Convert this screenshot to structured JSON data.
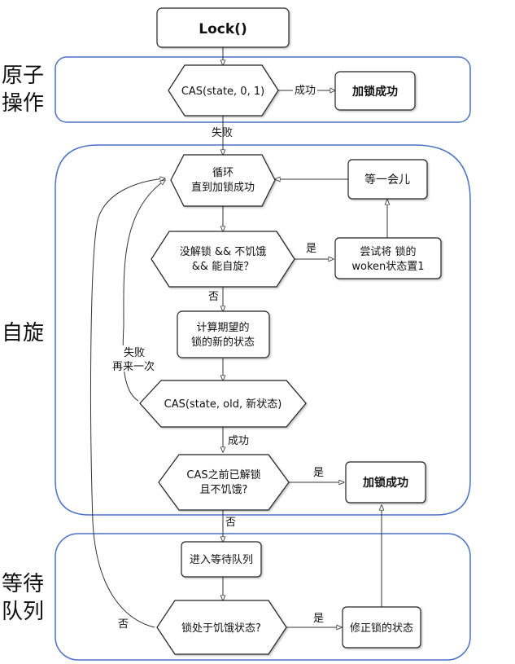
{
  "groups": {
    "atomic": {
      "label_line1": "原子",
      "label_line2": "操作"
    },
    "spin": {
      "label": "自旋"
    },
    "queue": {
      "label_line1": "等待",
      "label_line2": "队列"
    }
  },
  "nodes": {
    "lock": {
      "text": "Lock()"
    },
    "cas_initial": {
      "text": "CAS(state, 0, 1)"
    },
    "lock_success_1": {
      "text": "加锁成功"
    },
    "loop": {
      "line1": "循环",
      "line2": "直到加锁成功"
    },
    "wait_a_moment": {
      "text": "等一会儿"
    },
    "spin_check": {
      "line1": "没解锁 && 不饥饿",
      "line2": "&& 能自旋？"
    },
    "try_set_woken": {
      "line1": "尝试将 锁的",
      "line2": "woken状态置1"
    },
    "compute_state": {
      "line1": "计算期望的",
      "line2": "锁的新的状态"
    },
    "cas_new": {
      "text": "CAS(state, old, 新状态)"
    },
    "unlocked_check": {
      "line1": "CAS之前已解锁",
      "line2": "且不饥饿?"
    },
    "lock_success_2": {
      "text": "加锁成功"
    },
    "enter_queue": {
      "text": "进入等待队列"
    },
    "starving_check": {
      "text": "锁处于饥饿状态?"
    },
    "fix_state": {
      "text": "修正锁的状态"
    }
  },
  "edge_labels": {
    "cas_success": "成功",
    "cas_fail": "失败",
    "spin_yes": "是",
    "spin_no": "否",
    "retry_line1": "失败",
    "retry_line2": "再来一次",
    "cas_new_success": "成功",
    "unlocked_yes": "是",
    "unlocked_no": "否",
    "starving_yes": "是",
    "starving_no": "否"
  },
  "colors": {
    "group_border": "#4a72c4",
    "node_border": "#222222",
    "edge": "#333333"
  }
}
